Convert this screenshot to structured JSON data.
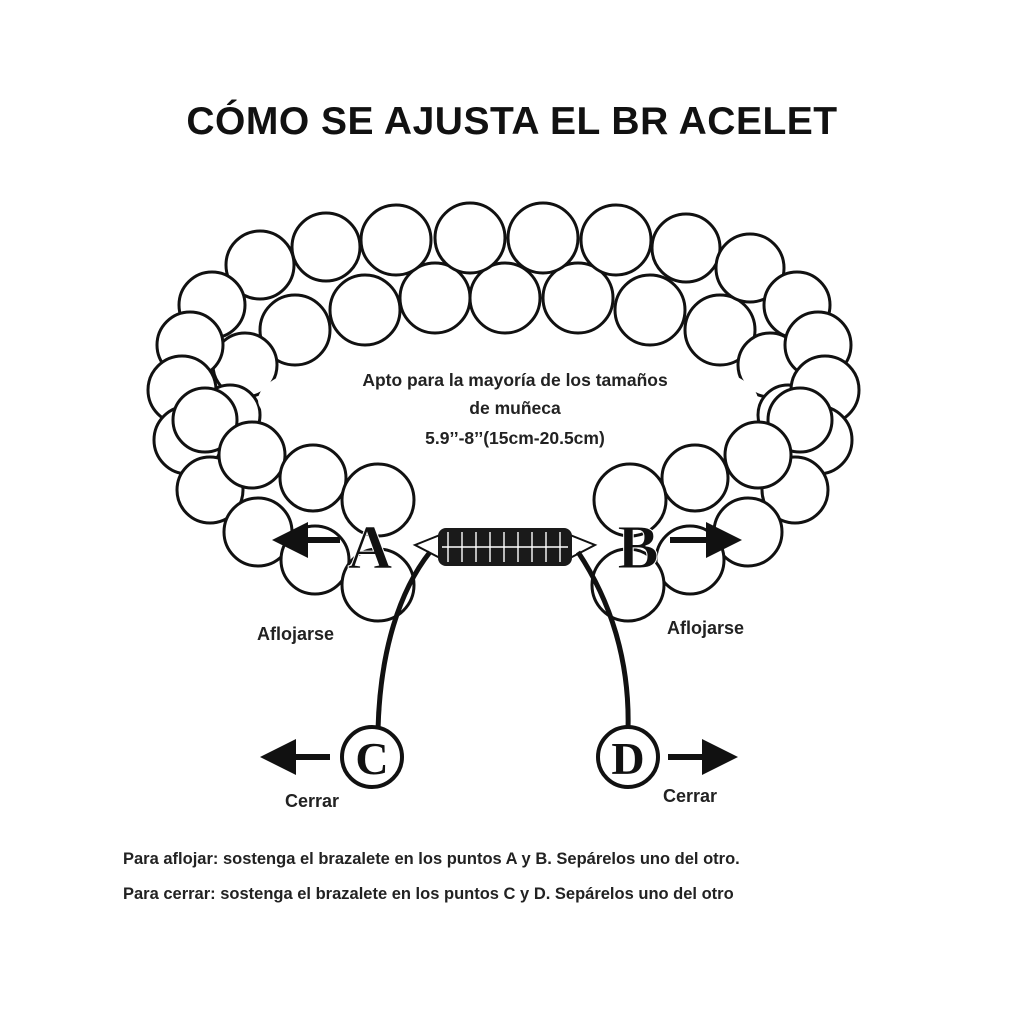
{
  "title": "CÓMO SE AJUSTA EL BR ACELET",
  "fit_text": {
    "line1": "Apto para la mayoría de los tamaños",
    "line2": "de muñeca",
    "line3": "5.9’’-8’’(15cm-20.5cm)"
  },
  "points": {
    "a": "A",
    "b": "B",
    "c": "C",
    "d": "D"
  },
  "labels": {
    "loosen_left": "Aflojarse",
    "loosen_right": "Aflojarse",
    "close_left": "Cerrar",
    "close_right": "Cerrar"
  },
  "instructions": {
    "loosen": "Para aflojar: sostenga el brazalete en los puntos A y B. Sepárelos uno del otro.",
    "close": "Para cerrar: sostenga el brazalete en los puntos C y D. Sepárelos uno del otro"
  },
  "colors": {
    "ink": "#111111",
    "bead_fill": "#ffffff",
    "background": "#ffffff"
  }
}
